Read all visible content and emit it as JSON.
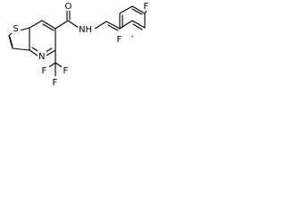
{
  "molecule": {
    "atoms": {
      "sulfur": "S",
      "carbonyl_oxygen": "O",
      "amide_nitrogen": "NH",
      "ring_nitrogen": "N",
      "fluorine_top_right": "F",
      "fluorine_ortho": "F",
      "cf3_fluorine_left": "F",
      "cf3_fluorine_right": "F",
      "cf3_fluorine_bottom": "F"
    }
  }
}
